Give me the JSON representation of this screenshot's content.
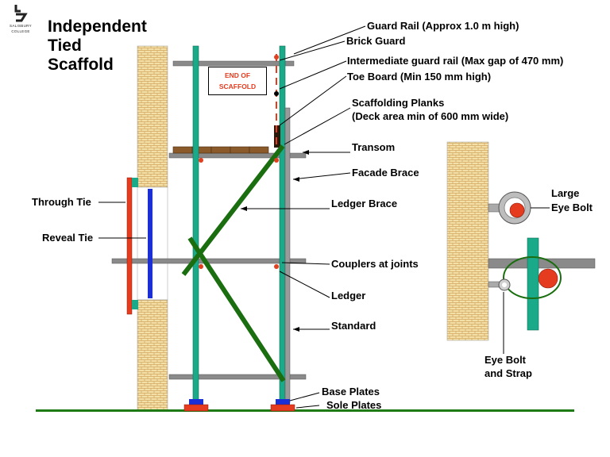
{
  "title": {
    "line1": "Independent",
    "line2": "Tied",
    "line3": "Scaffold"
  },
  "logo": {
    "name": "SALISBURY",
    "sub": "COLLEGE"
  },
  "end_sign": {
    "line1": "END OF",
    "line2": "SCAFFOLD"
  },
  "labels": {
    "guard_rail": "Guard Rail (Approx 1.0 m high)",
    "brick_guard": "Brick Guard",
    "intermediate_guard_rail": "Intermediate guard rail (Max gap of 470 mm)",
    "toe_board": "Toe Board (Min 150 mm high)",
    "planks_line1": "Scaffolding Planks",
    "planks_line2": "(Deck area min of 600 mm wide)",
    "transom": "Transom",
    "facade_brace": "Facade Brace",
    "ledger_brace": "Ledger Brace",
    "couplers": "Couplers at joints",
    "ledger": "Ledger",
    "standard": "Standard",
    "base_plates": "Base Plates",
    "sole_plates": "Sole Plates",
    "through_tie": "Through Tie",
    "reveal_tie": "Reveal Tie",
    "large_eye_bolt_line1": "Large",
    "large_eye_bolt_line2": "Eye Bolt",
    "eye_bolt_strap_line1": "Eye Bolt",
    "eye_bolt_strap_line2": "and Strap"
  },
  "colors": {
    "standard_green": "#1aaa8a",
    "brace_green": "#1a6e10",
    "ground_green": "#1d7a14",
    "pipe_grey": "#808080",
    "tie_red": "#e53b1e",
    "tie_blue": "#1a2fd6",
    "brick": "#f3dfa8",
    "plank_brown": "#8b5a2b",
    "coupler_red": "#e04020"
  }
}
